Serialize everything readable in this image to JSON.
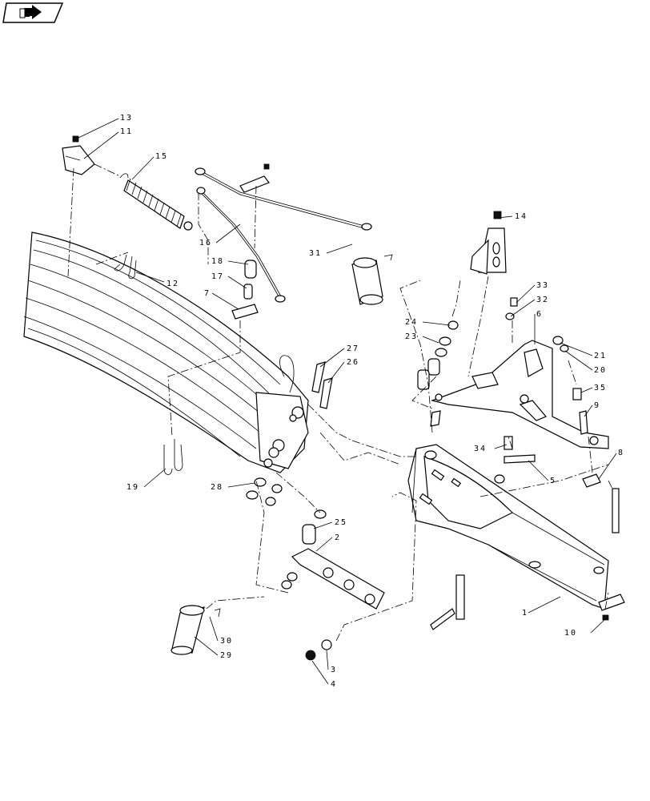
{
  "nav": {
    "icon": "folder-arrow-icon"
  },
  "callouts": {
    "c1": "1",
    "c2": "2",
    "c3": "3",
    "c4": "4",
    "c5": "5",
    "c6": "6",
    "c7": "7",
    "c8": "8",
    "c9": "9",
    "c10": "10",
    "c11": "11",
    "c12": "12",
    "c13": "13",
    "c14": "14",
    "c15": "15",
    "c16": "16",
    "c17": "17",
    "c18": "18",
    "c19": "19",
    "c20": "20",
    "c21": "21",
    "c23": "23",
    "c24": "24",
    "c25": "25",
    "c26": "26",
    "c27": "27",
    "c28": "28",
    "c29": "29",
    "c30": "30",
    "c31": "31",
    "c32": "32",
    "c33": "33",
    "c34": "34",
    "c35": "35"
  }
}
